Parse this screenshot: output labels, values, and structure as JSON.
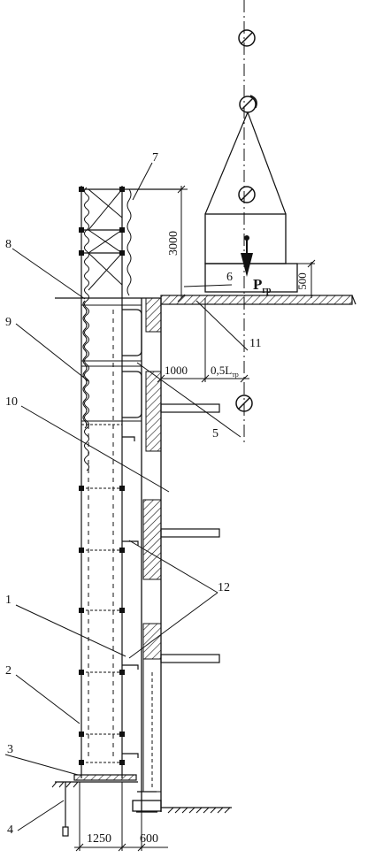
{
  "callouts": [
    "1",
    "2",
    "3",
    "4",
    "5",
    "6",
    "7",
    "8",
    "9",
    "10",
    "11",
    "12"
  ],
  "dimensions": {
    "height_3000": "3000",
    "height_500": "500",
    "offset_1000": "1000",
    "offset_05L": "0,5L",
    "offset_05L_sub": "тр",
    "width_1250": "1250",
    "width_600": "600"
  },
  "load": {
    "symbol": "P",
    "subscript": "гр"
  }
}
